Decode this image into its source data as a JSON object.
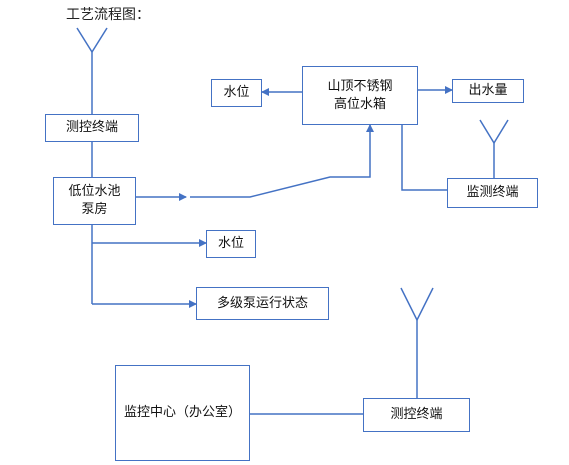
{
  "diagram": {
    "title": "工艺流程图：",
    "nodes": {
      "terminal_top": "测控终端",
      "low_pool": "低位水池\n泵房",
      "level_top": "水位",
      "high_tank": "山顶不锈钢\n高位水箱",
      "outflow": "出水量",
      "monitor_terminal": "监测终端",
      "level_mid": "水位",
      "pump_status": "多级泵运行状态",
      "control_center": "监控中心（办公室）",
      "terminal_bottom": "测控终端"
    }
  },
  "colors": {
    "line": "#4472c4",
    "text": "#111111"
  },
  "icons": [
    "antenna-icon",
    "antenna-icon",
    "antenna-icon"
  ]
}
